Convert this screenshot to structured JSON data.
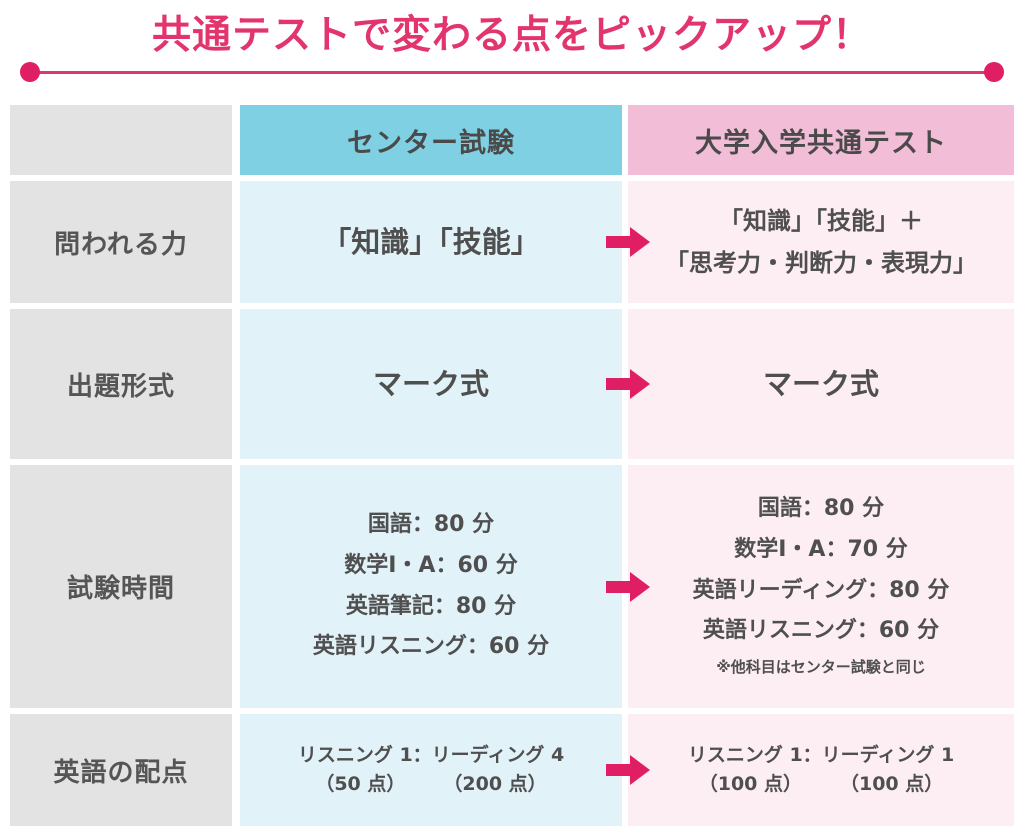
{
  "title": {
    "text": "共通テストで変わる点をピックアップ！",
    "color": "#e2356d",
    "rule_color": "#d9396c",
    "dot_color": "#e01e64"
  },
  "colors": {
    "label_bg": "#e3e3e3",
    "center_header_bg": "#7fd0e3",
    "right_header_bg": "#f2bdd6",
    "center_body_bg": "#e1f2f8",
    "right_body_bg": "#fdeef4",
    "arrow": "#e01e64",
    "text": "#4f4f4f"
  },
  "table": {
    "headers": {
      "label": "",
      "center": "センター試験",
      "right": "大学入学共通テスト"
    },
    "rows": [
      {
        "label": "問われる力",
        "center": [
          "「知識」「技能」"
        ],
        "right": [
          "「知識」「技能」＋",
          "「思考力・判断力・表現力」"
        ],
        "arrow": "arrow-right-icon"
      },
      {
        "label": "出題形式",
        "center": [
          "マーク式"
        ],
        "right": [
          "マーク式"
        ],
        "arrow": "arrow-right-icon"
      },
      {
        "label": "試験時間",
        "center": [
          "国語：80 分",
          "数学Ⅰ・A：60 分",
          "英語筆記：80 分",
          "英語リスニング：60 分"
        ],
        "right": [
          "国語：80 分",
          "数学Ⅰ・A：70 分",
          "英語リーディング：80 分",
          "英語リスニング：60 分"
        ],
        "right_note": "※他科目はセンター試験と同じ",
        "arrow": "arrow-right-icon"
      },
      {
        "label": "英語の配点",
        "center": [
          "リスニング 1：リーディング 4",
          "（50 点）　　　（200 点）"
        ],
        "right": [
          "リスニング 1：リーディング 1",
          "（100 点）　　　（100 点）"
        ],
        "arrow": "arrow-right-icon"
      }
    ]
  }
}
